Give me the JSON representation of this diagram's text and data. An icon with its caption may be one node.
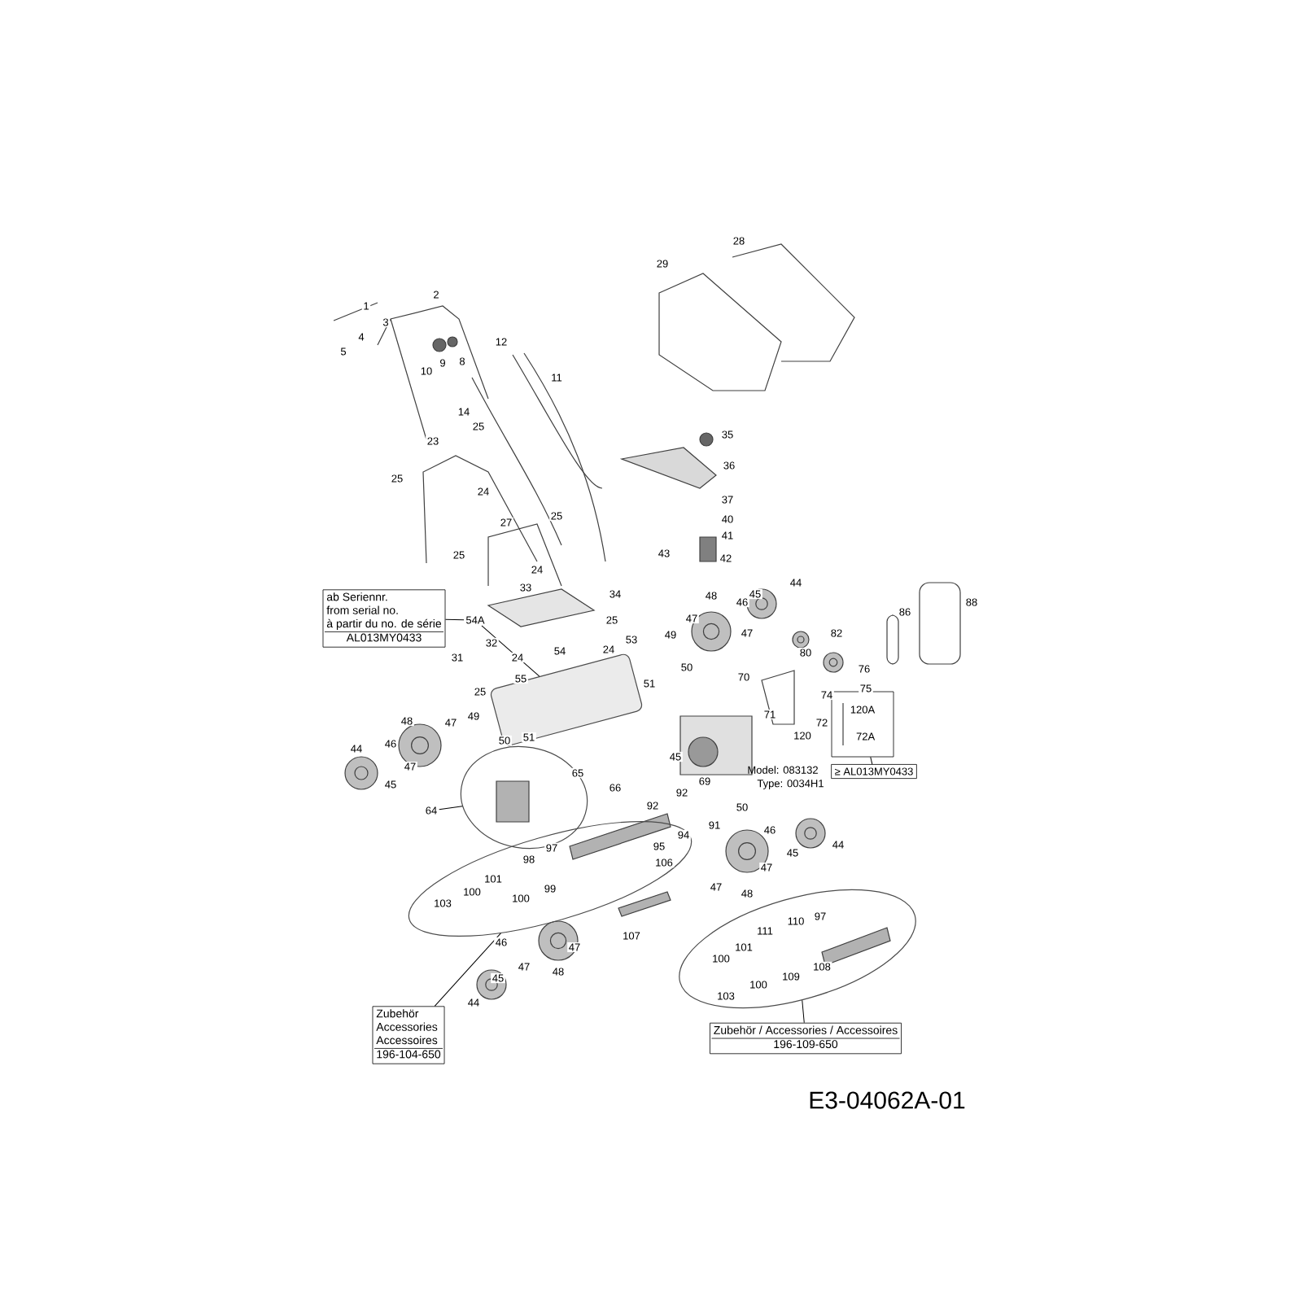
{
  "diagram": {
    "nodes": [
      {
        "text": [
          "ab Seriennr.",
          "from serial no.",
          "à partir du no. de série",
          "AL013MY0433"
        ]
      },
      {
        "text": [
          "120A",
          "72A"
        ]
      },
      {
        "text": [
          "≥ AL013MY0433"
        ]
      },
      {
        "text": [],
        "shape": "cloud"
      },
      {
        "text": [
          "Zubehör",
          "Accessories",
          "Accessoires",
          "196-104-650"
        ]
      },
      {
        "text": [],
        "shape": "cloud"
      },
      {
        "text": [
          "Zubehör / Accessories / Accessoires",
          "196-109-650"
        ]
      },
      {
        "text": [
          "64"
        ]
      },
      {
        "text": [],
        "shape": "cloud"
      },
      {
        "text": [
          "54A"
        ]
      },
      {
        "text": [],
        "shape": "picture"
      }
    ],
    "edges": [
      {
        "from": 0,
        "to": 9,
        "arrow": "none"
      },
      {
        "from": 9,
        "to": 10,
        "arrow": "none"
      },
      {
        "from": 1,
        "to": 2,
        "arrow": "none"
      },
      {
        "from": 4,
        "to": 3,
        "arrow": "none"
      },
      {
        "from": 6,
        "to": 5,
        "arrow": "none"
      },
      {
        "from": 7,
        "to": 8,
        "arrow": "none"
      }
    ],
    "labels": [
      "1",
      "2",
      "3",
      "4",
      "5",
      "10",
      "9",
      "8",
      "12",
      "11",
      "14",
      "25",
      "23",
      "25",
      "24",
      "27",
      "25",
      "25",
      "24",
      "33",
      "34",
      "29",
      "28",
      "35",
      "36",
      "37",
      "40",
      "41",
      "42",
      "43",
      "48",
      "45",
      "44",
      "46",
      "47",
      "49",
      "47",
      "50",
      "82",
      "80",
      "76",
      "70",
      "75",
      "74",
      "71",
      "72",
      "120",
      "86",
      "88",
      "32",
      "31",
      "24",
      "55",
      "25",
      "54",
      "24",
      "53",
      "25",
      "51",
      "48",
      "47",
      "49",
      "50",
      "51",
      "44",
      "46",
      "47",
      "45",
      "65",
      "66",
      "45",
      "69",
      "Model: 083132",
      "Type: 0034H1",
      "92",
      "92",
      "94",
      "95",
      "50",
      "91",
      "46",
      "45",
      "44",
      "47",
      "47",
      "48",
      "106",
      "107",
      "97",
      "98",
      "99",
      "101",
      "100",
      "100",
      "103",
      "46",
      "45",
      "47",
      "48",
      "47",
      "44",
      "110",
      "97",
      "111",
      "101",
      "100",
      "109",
      "108",
      "100",
      "103",
      "E3-04062A-01"
    ]
  }
}
